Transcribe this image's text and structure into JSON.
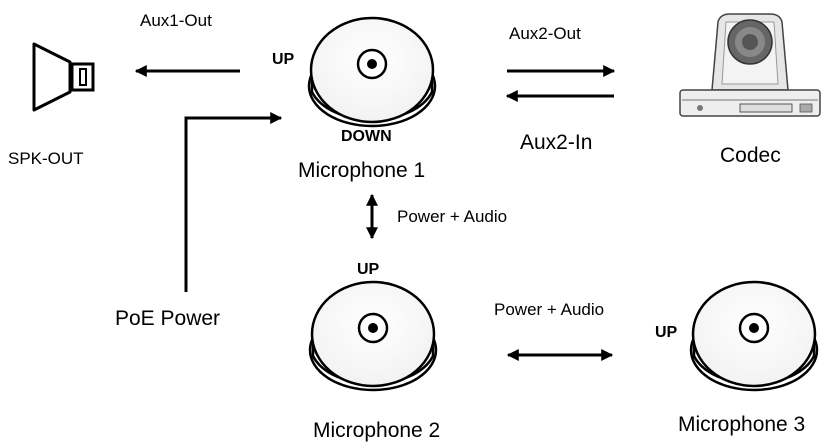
{
  "speaker": {
    "label": "SPK-OUT"
  },
  "codec": {
    "label": "Codec"
  },
  "mic1": {
    "label": "Microphone 1",
    "up": "UP",
    "down": "DOWN"
  },
  "mic2": {
    "label": "Microphone 2",
    "up": "UP"
  },
  "mic3": {
    "label": "Microphone 3",
    "up": "UP"
  },
  "connections": {
    "aux1_out": "Aux1-Out",
    "aux2_out": "Aux2-Out",
    "aux2_in": "Aux2-In",
    "poe_power": "PoE Power",
    "mic1_mic2": "Power + Audio",
    "mic2_mic3": "Power + Audio"
  },
  "colors": {
    "line": "#000000",
    "background": "#ffffff",
    "camera_body": "#e8e8e8"
  }
}
